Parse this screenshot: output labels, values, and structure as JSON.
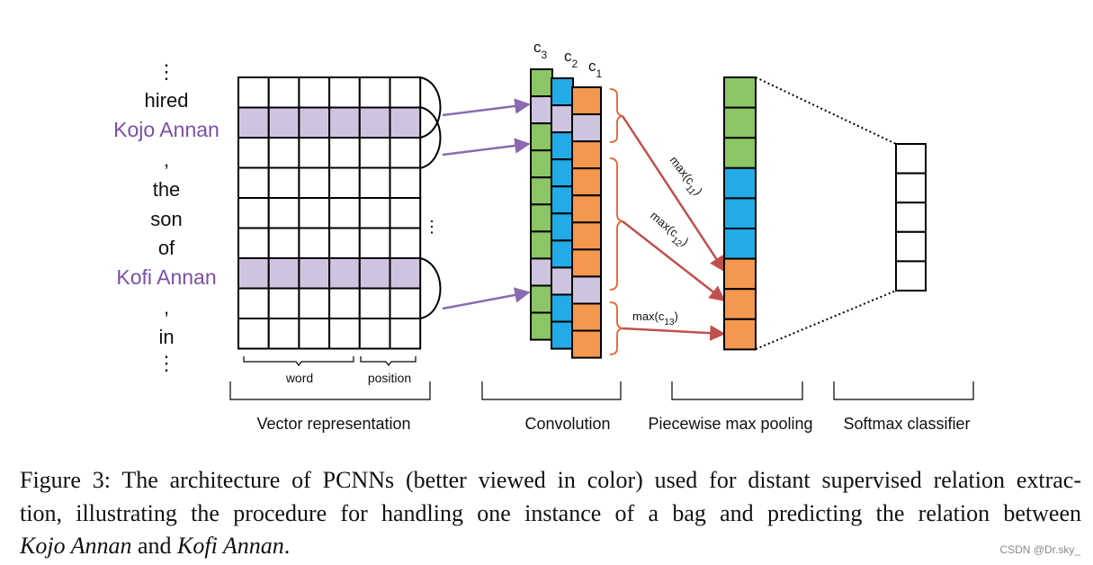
{
  "sentence_tokens": [
    {
      "text": "⋮",
      "highlight": false
    },
    {
      "text": "hired",
      "highlight": false
    },
    {
      "text": "Kojo Annan",
      "highlight": true
    },
    {
      "text": ",",
      "highlight": false
    },
    {
      "text": "the",
      "highlight": false
    },
    {
      "text": "son",
      "highlight": false
    },
    {
      "text": "of",
      "highlight": false
    },
    {
      "text": "Kofi Annan",
      "highlight": true
    },
    {
      "text": ",",
      "highlight": false
    },
    {
      "text": "in",
      "highlight": false
    },
    {
      "text": "⋮",
      "highlight": false
    }
  ],
  "matrix": {
    "rows": 9,
    "cols": 6,
    "highlight_rows": [
      1,
      6
    ],
    "more_marker": "⋮",
    "brace_labels": {
      "word": "word",
      "position": "position"
    }
  },
  "filters": {
    "labels": [
      {
        "base": "c",
        "sub": "3"
      },
      {
        "base": "c",
        "sub": "2"
      },
      {
        "base": "c",
        "sub": "1"
      }
    ]
  },
  "pooling_labels": [
    {
      "prefix": "max(c",
      "sub": "11",
      "suffix": ")"
    },
    {
      "prefix": "max(c",
      "sub": "12",
      "suffix": ")"
    },
    {
      "prefix": "max(c",
      "sub": "13",
      "suffix": ")"
    }
  ],
  "stages": {
    "vector": "Vector representation",
    "conv": "Convolution",
    "pool": "Piecewise max pooling",
    "softmax": "Softmax classifier"
  },
  "colors": {
    "purple_text": "#7b4fa6",
    "highlight_row": "#cfc4e0",
    "green": "#8cc565",
    "blue": "#22abe6",
    "orange": "#f4974f",
    "lavender": "#cfc4e0",
    "arrow_purple": "#8a6ab0",
    "arrow_red": "#c0504d",
    "brace_orange": "#e1612f"
  },
  "caption": {
    "line1": "Figure 3: The architecture of PCNNs (better viewed in color) used for distant supervised relation extrac-",
    "line2": "tion, illustrating the procedure for handling one instance of a bag and predicting the relation between",
    "entity1": "Kojo Annan",
    "connector": "and",
    "entity2": "Kofi Annan",
    "end": "."
  },
  "watermark": "CSDN @Dr.sky_"
}
